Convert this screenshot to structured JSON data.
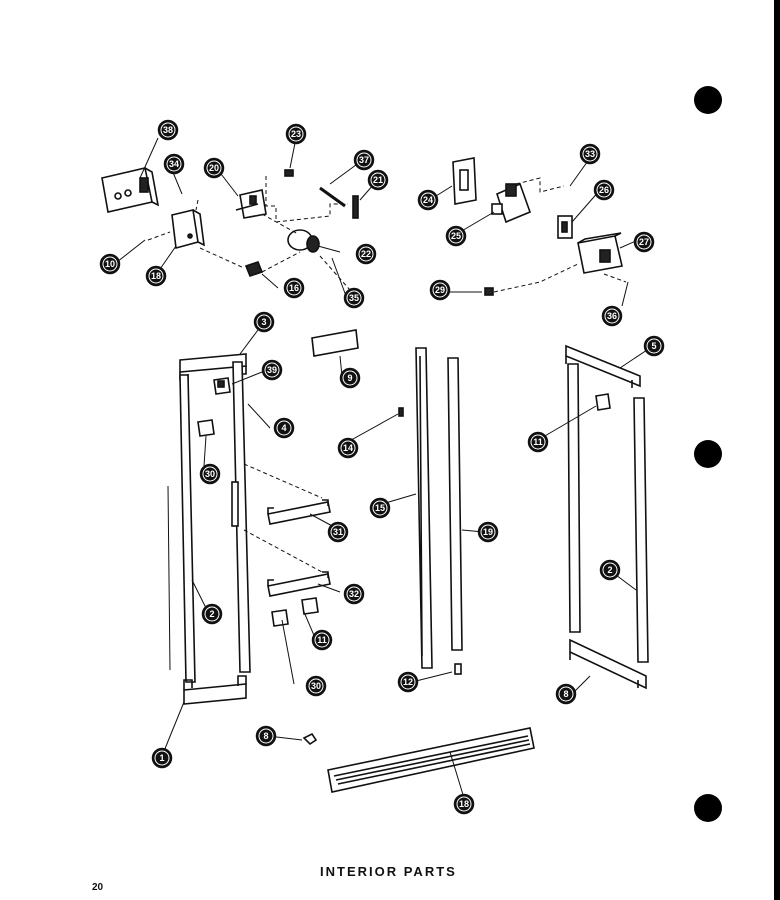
{
  "caption": "INTERIOR PARTS",
  "page_number": "20",
  "callouts": [
    "38",
    "34",
    "20",
    "23",
    "37",
    "21",
    "10",
    "18",
    "16",
    "22",
    "35",
    "24",
    "25",
    "33",
    "26",
    "27",
    "29",
    "36",
    "3",
    "9",
    "5",
    "39",
    "4",
    "14",
    "11",
    "30",
    "15",
    "19",
    "31",
    "2",
    "32",
    "12",
    "1",
    "8"
  ]
}
